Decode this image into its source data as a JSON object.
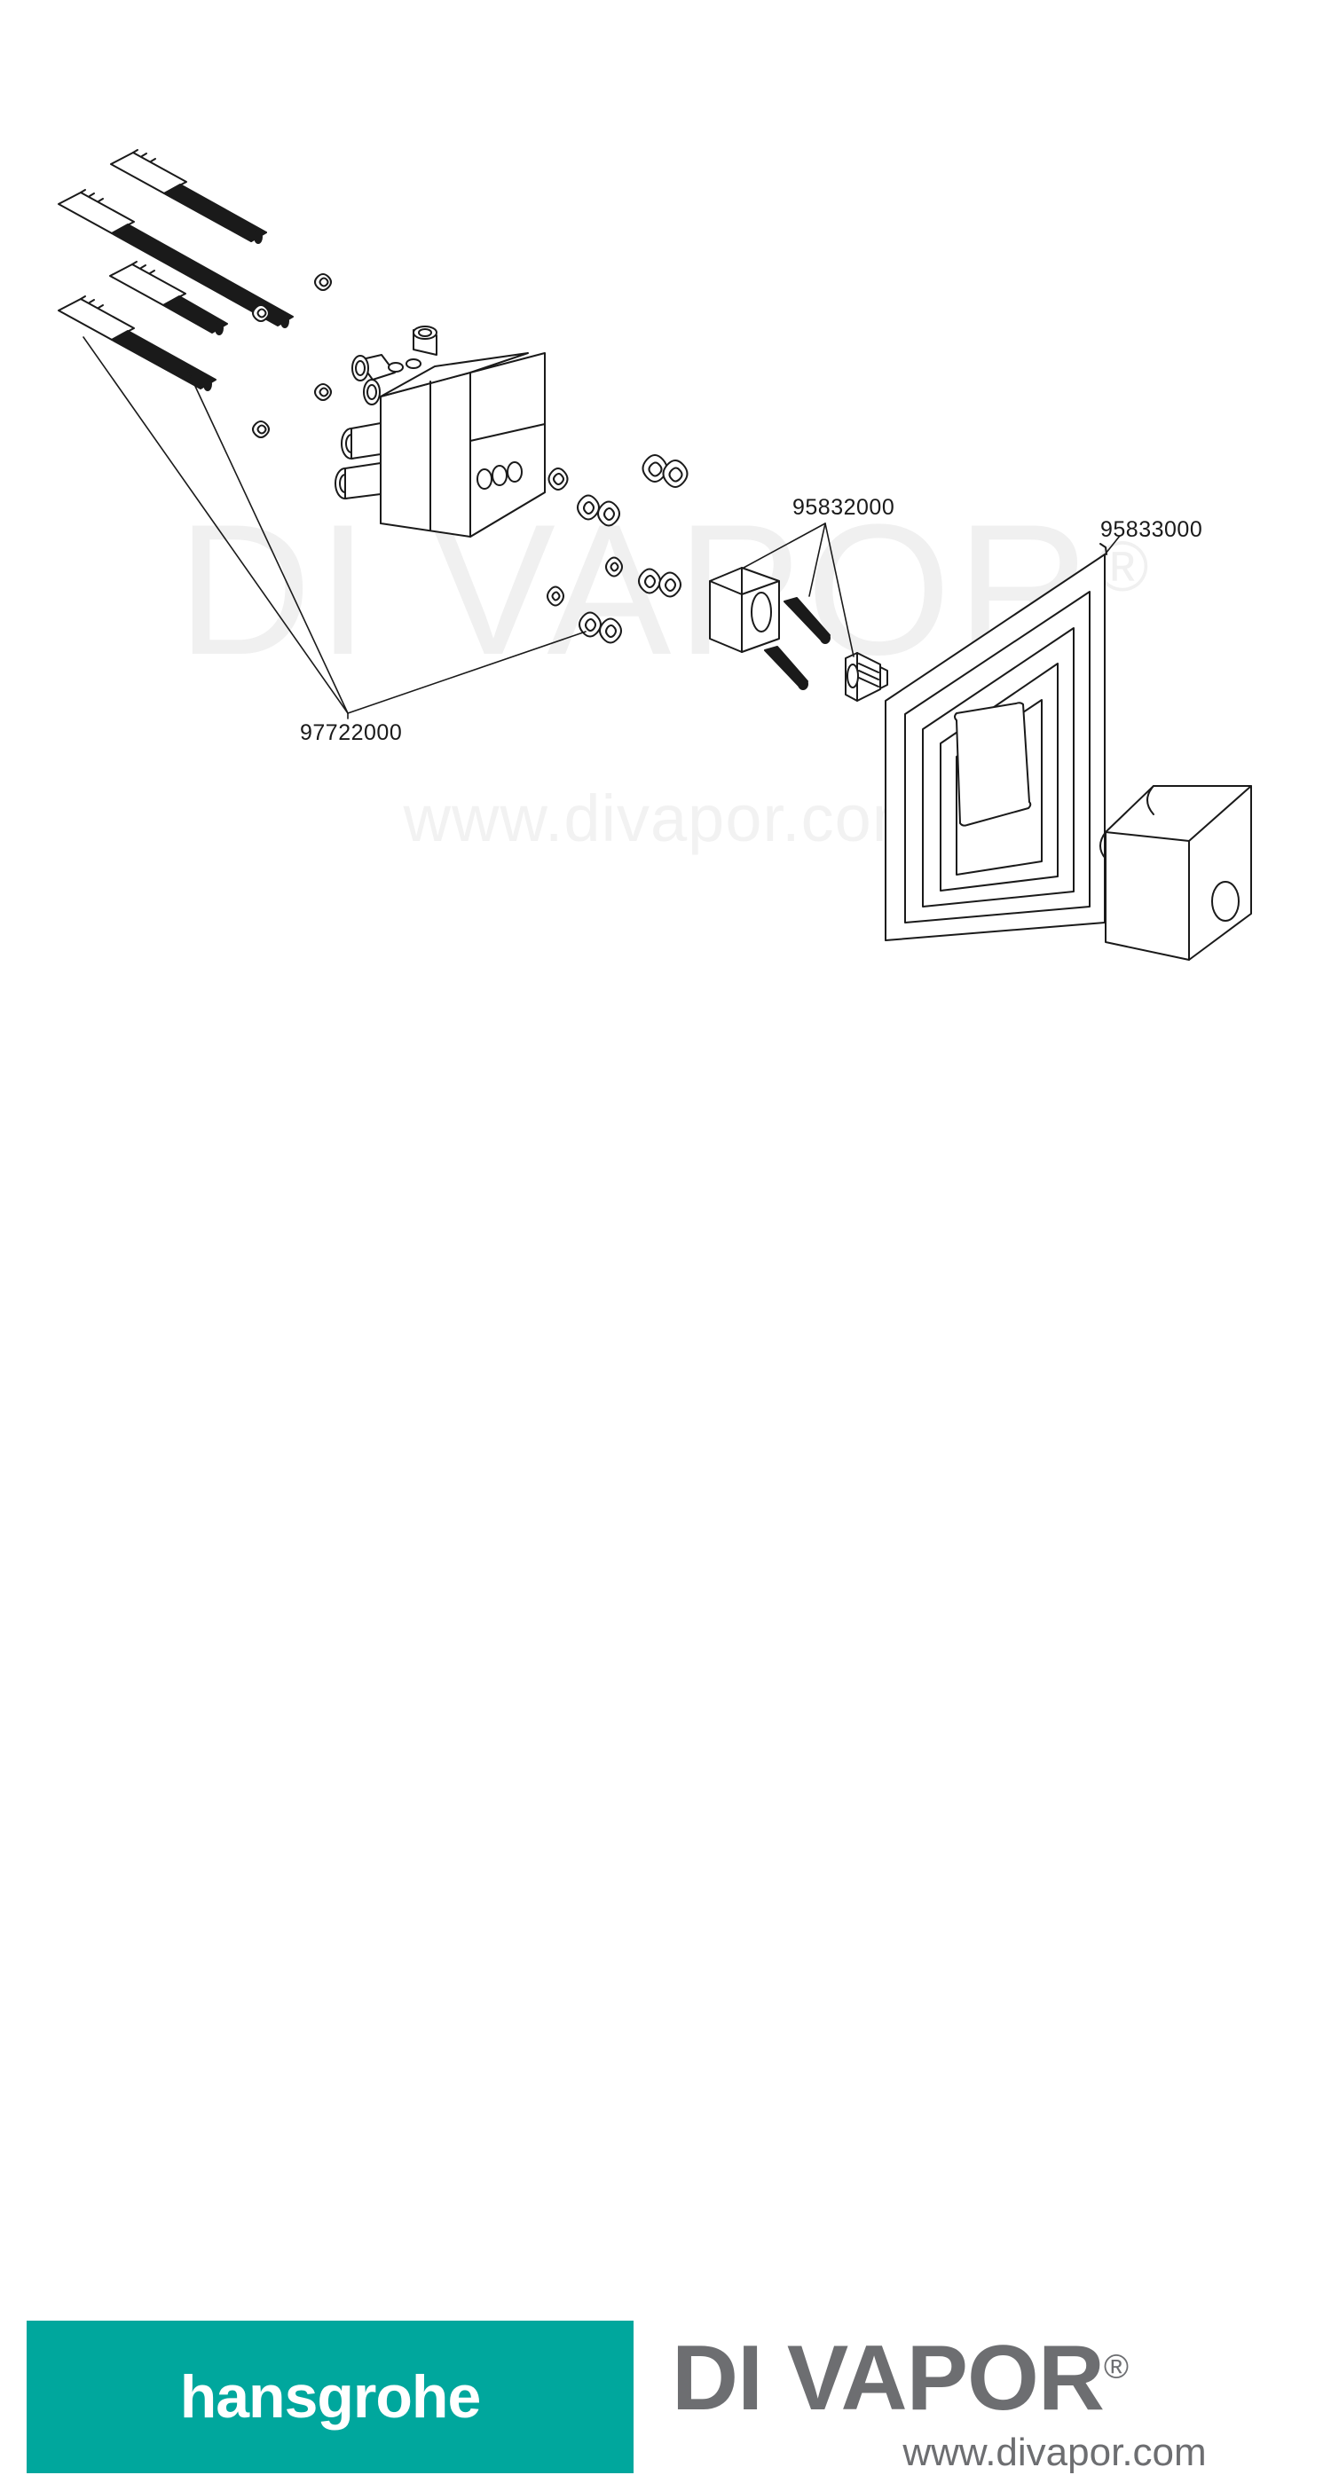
{
  "watermark": {
    "big": "DI VAPOR",
    "registered": "®",
    "url": "www.divapor.com"
  },
  "diagram": {
    "title": "hansgrohe exploded parts diagram",
    "labels": [
      {
        "id": "97722000",
        "text": "97722000",
        "leader_to": "bolt set (4 wall anchor bolts)"
      },
      {
        "id": "95832000",
        "text": "95832000",
        "leader_to": "extension sleeve, screws and nipple"
      },
      {
        "id": "95833000",
        "text": "95833000",
        "leader_to": "square escutcheon plate"
      }
    ]
  },
  "footer": {
    "brand_block": {
      "name": "hansgrohe",
      "background": "#00a79d",
      "text_color": "#ffffff"
    },
    "retailer": {
      "name": "DI VAPOR",
      "registered": "®",
      "url": "www.divapor.com",
      "color": "#6d6e71"
    }
  }
}
